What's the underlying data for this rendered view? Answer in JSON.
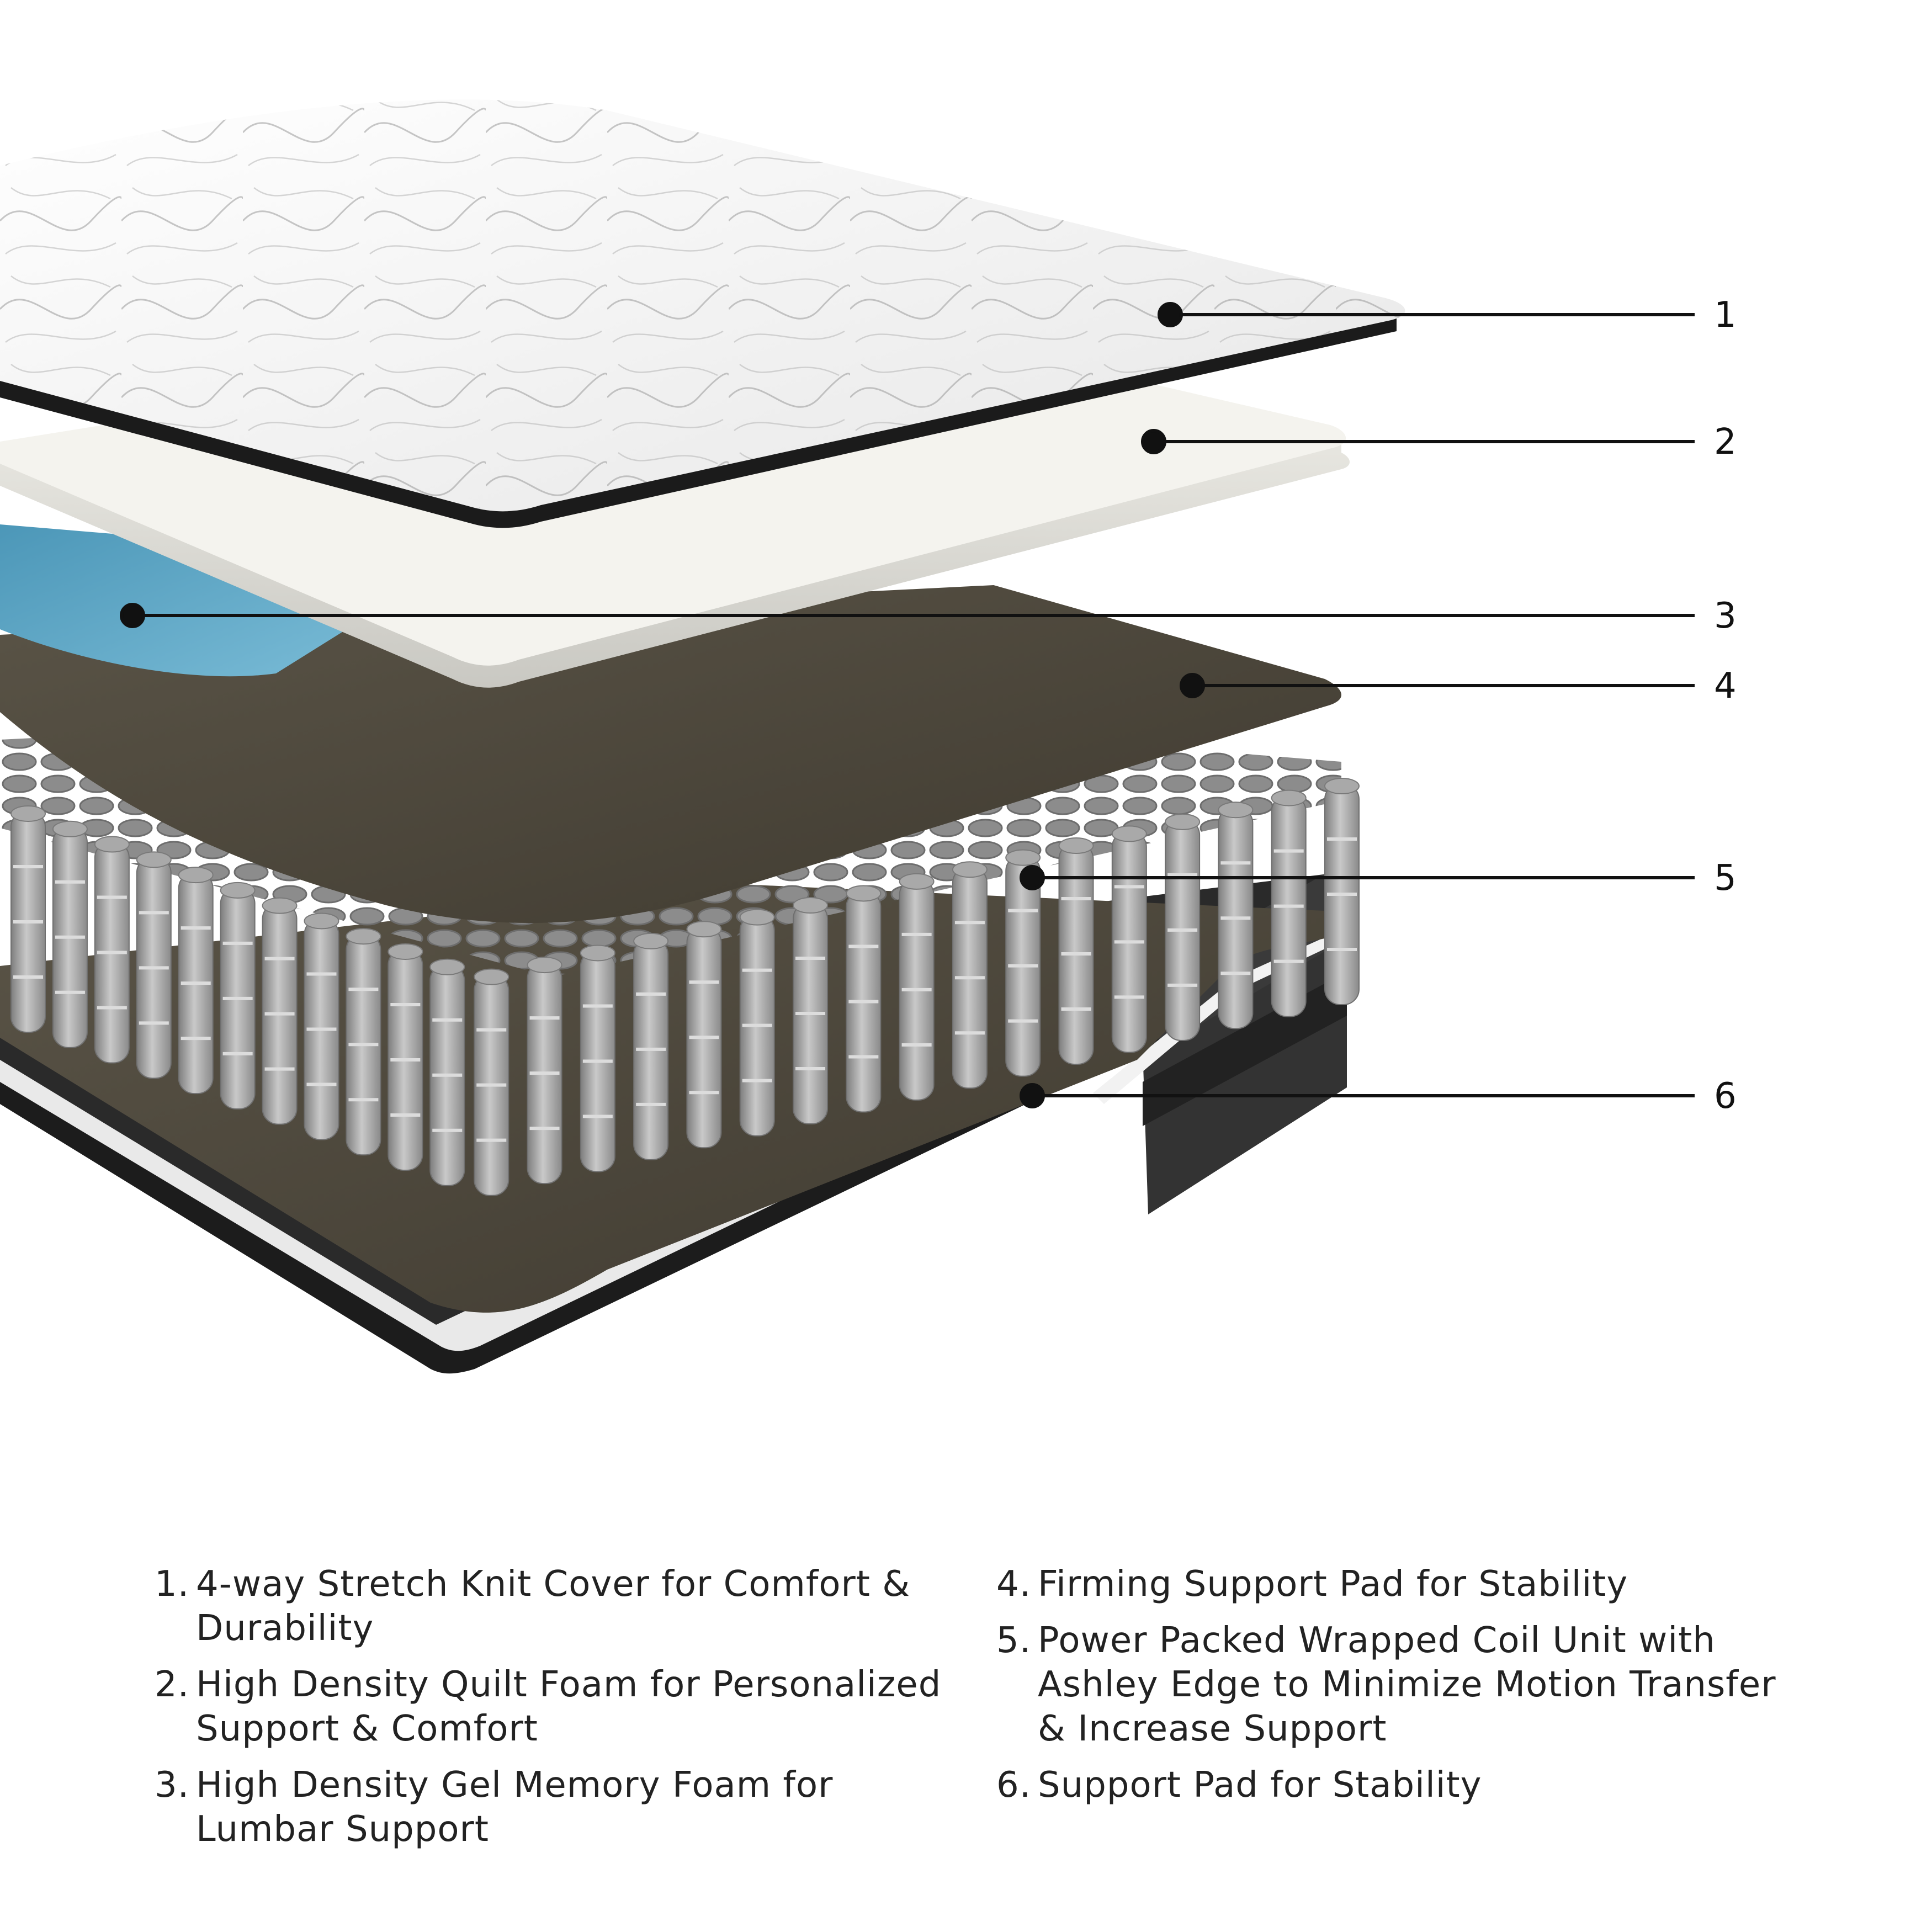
{
  "callouts": [
    "1",
    "2",
    "3",
    "4",
    "5",
    "6"
  ],
  "legend": {
    "left": [
      {
        "num": "1.",
        "text": "4-way Stretch Knit Cover for Comfort & Durability"
      },
      {
        "num": "2.",
        "text": "High Density Quilt Foam for Personalized Support & Comfort"
      },
      {
        "num": "3.",
        "text": "High Density Gel Memory Foam for Lumbar Support"
      }
    ],
    "right": [
      {
        "num": "4.",
        "text": "Firming Support Pad for Stability"
      },
      {
        "num": "5.",
        "text": "Power Packed Wrapped Coil Unit with Ashley Edge to Minimize Motion Transfer & Increase Support"
      },
      {
        "num": "6.",
        "text": "Support Pad for Stability"
      }
    ]
  },
  "colors": {
    "cover": "#f4f4f4",
    "quilt_foam": "#f0efe9",
    "gel_foam": "#5ea9c8",
    "felt_pad": "#514a3e",
    "coils": "#9d9d9d",
    "base_border": "#2a2a2a",
    "leader": "#111111"
  }
}
